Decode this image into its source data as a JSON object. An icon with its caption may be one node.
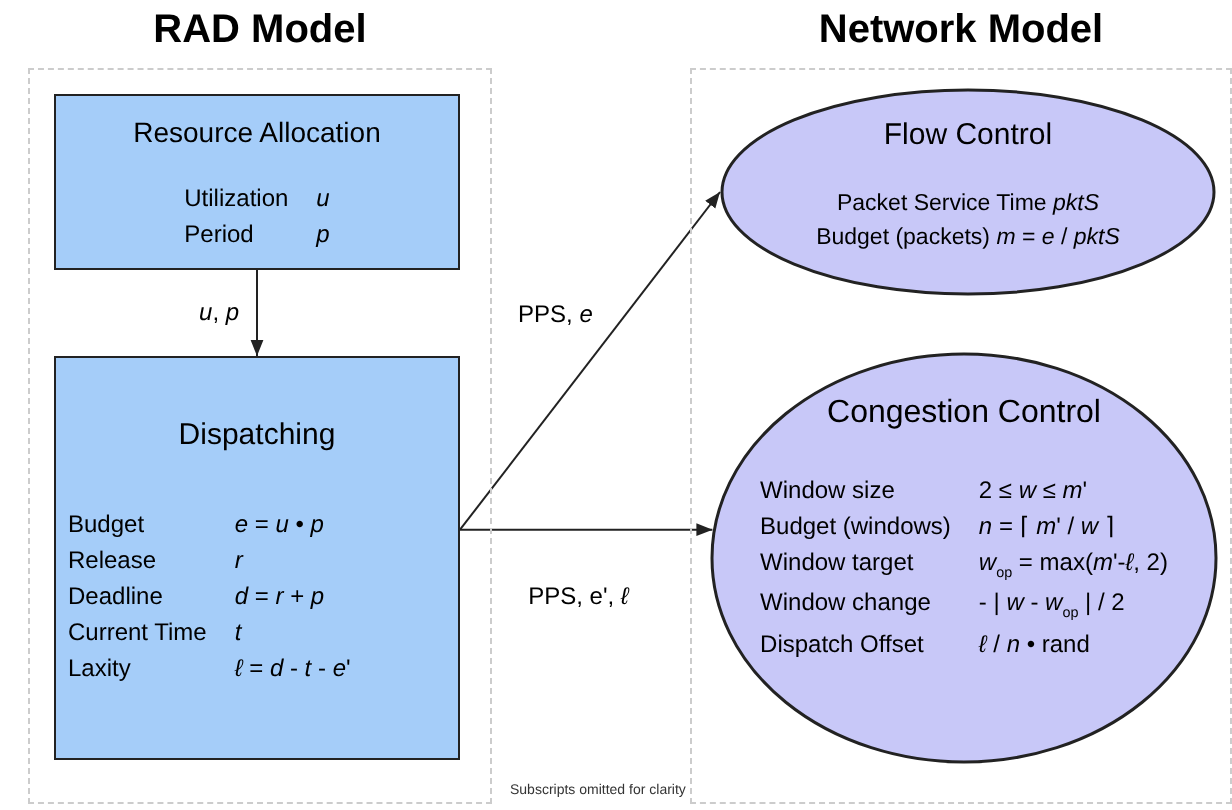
{
  "diagram": {
    "nodes": [
      {
        "text": [
          "RAD Model"
        ]
      },
      {
        "text": [
          "Network Model"
        ]
      },
      {
        "text": [
          "Resource Allocation",
          "Utilization",
          "*u*",
          "Period",
          "*p*"
        ],
        "in": 0
      },
      {
        "text": [
          "Dispatching",
          "Budget",
          "*e* = *u* • *p*",
          "Release",
          "*r*",
          "Deadline",
          "*d* = *r* + *p*",
          "Current Time",
          "*t*",
          "Laxity",
          "*ℓ* = *d* - *t* - *e*'"
        ],
        "in": 0
      },
      {
        "text": [
          "Flow Control",
          "Packet Service Time *pktS*",
          "Budget (packets) *m* = *e* / *pktS*"
        ],
        "in": 1
      },
      {
        "text": [
          "Congestion Control",
          "Window size",
          "2 ≤ *w* ≤ *m*'",
          "Budget (windows)",
          "*n* = ⌈ *m*' / *w* ⌉",
          "Window target",
          "*w*$_{op}$ = max(*m*'-*ℓ*, 2)",
          "Window change",
          "- | *w* - *w*$_{op}$ | / 2",
          "Dispatch Offset",
          "*ℓ* / *n* • rand"
        ],
        "in": 1
      }
    ],
    "edges": [
      {
        "from": 2,
        "to": 3,
        "arrow": "to",
        "label": "*u*, *p*"
      },
      {
        "from": 3,
        "to": 4,
        "arrow": "to",
        "label": "PPS, *e*"
      },
      {
        "from": 3,
        "to": 5,
        "arrow": "to",
        "label": "PPS, e', *ℓ*"
      }
    ],
    "labels": [
      "Subscripts omitted for clarity"
    ]
  }
}
